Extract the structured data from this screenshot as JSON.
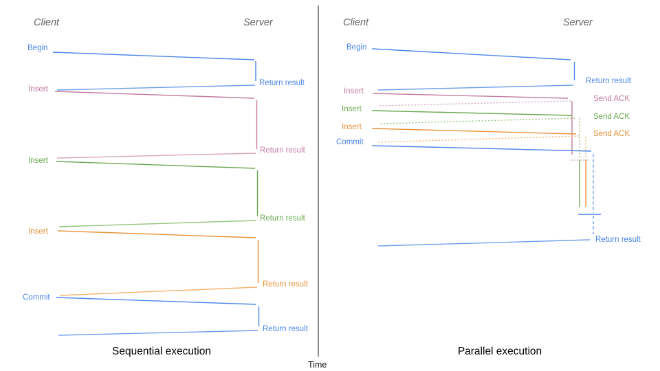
{
  "diagram": {
    "time_label": "Time"
  },
  "colors": {
    "blue": "#4a86e8",
    "light_blue": "#6d9eeb",
    "pink": "#c27ba0",
    "green": "#6aa84f",
    "orange": "#e69138",
    "axis_gray": "#595959",
    "header_gray": "#666666"
  },
  "sequential": {
    "title": "Sequential execution",
    "client_header": "Client",
    "server_header": "Server",
    "operations": [
      {
        "label": "Begin",
        "color": "#4a86e8",
        "response": "Return result"
      },
      {
        "label": "Insert",
        "color": "#c27ba0",
        "response": "Return result"
      },
      {
        "label": "Insert",
        "color": "#6aa84f",
        "response": "Return result"
      },
      {
        "label": "Insert",
        "color": "#e69138",
        "response": "Return result"
      },
      {
        "label": "Commit",
        "color": "#4a86e8",
        "response": "Return result"
      }
    ]
  },
  "parallel": {
    "title": "Parallel execution",
    "client_header": "Client",
    "server_header": "Server",
    "operations": [
      {
        "label": "Begin",
        "color": "#4a86e8",
        "response": "Return result"
      },
      {
        "label": "Insert",
        "color": "#c27ba0",
        "response": "Send ACK"
      },
      {
        "label": "Insert",
        "color": "#6aa84f",
        "response": "Send ACK"
      },
      {
        "label": "Insert",
        "color": "#e69138",
        "response": "Send ACK"
      },
      {
        "label": "Commit",
        "color": "#4a86e8",
        "response": "Return result"
      }
    ]
  }
}
